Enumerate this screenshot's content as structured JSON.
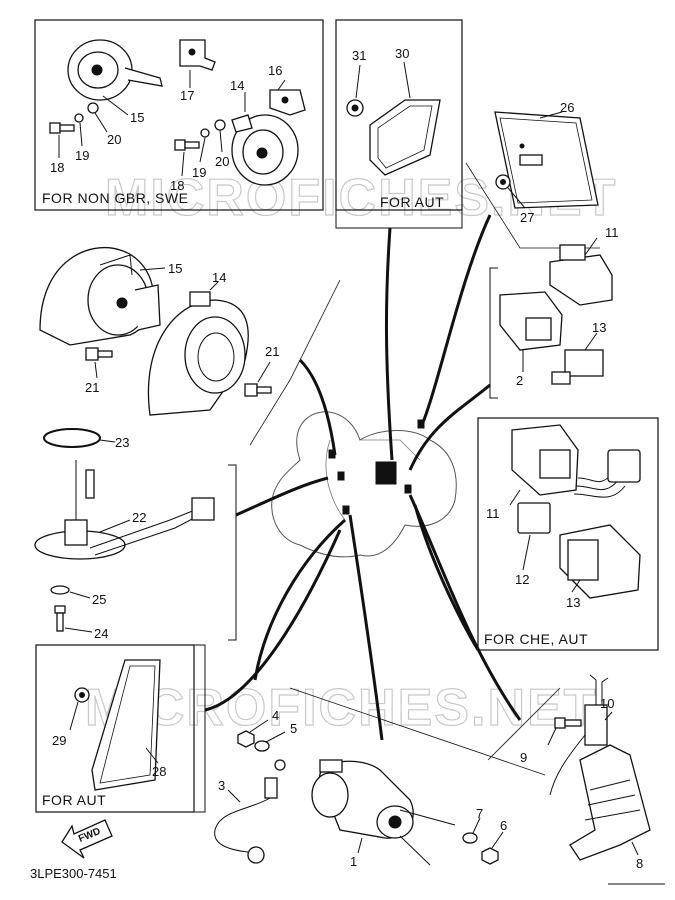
{
  "captions": {
    "for_non_gbr_swe": "FOR NON GBR, SWE",
    "for_aut_top": "FOR AUT",
    "for_che_aut": "FOR CHE, AUT",
    "for_aut_bottom": "FOR AUT"
  },
  "watermarks": [
    "MICROFICHES.NET",
    "MICROFICHES.NET"
  ],
  "fwd": "FWD",
  "drawing_code": "3LPE300-7451",
  "callouts": {
    "c1": "1",
    "c2": "2",
    "c3": "3",
    "c4": "4",
    "c5": "5",
    "c6": "6",
    "c7": "7",
    "c8": "8",
    "c9": "9",
    "c10": "10",
    "c11a": "11",
    "c11b": "11",
    "c12": "12",
    "c13a": "13",
    "c13b": "13",
    "c14a": "14",
    "c14b": "14",
    "c15a": "15",
    "c15b": "15",
    "c16": "16",
    "c17": "17",
    "c18a": "18",
    "c18b": "18",
    "c19a": "19",
    "c19b": "19",
    "c20a": "20",
    "c20b": "20",
    "c21a": "21",
    "c21b": "21",
    "c22": "22",
    "c23": "23",
    "c24": "24",
    "c25": "25",
    "c26": "26",
    "c27": "27",
    "c28": "28",
    "c29": "29",
    "c30": "30",
    "c31": "31"
  }
}
